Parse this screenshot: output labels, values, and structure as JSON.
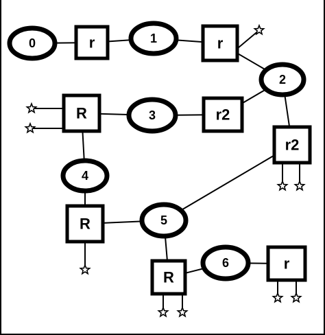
{
  "colors": {
    "stroke": "#000000",
    "background": "#ffffff"
  },
  "icons": {
    "terminal": "star-icon"
  },
  "circle_nodes": [
    {
      "id": "c0",
      "label": "0"
    },
    {
      "id": "c1",
      "label": "1"
    },
    {
      "id": "c2",
      "label": "2"
    },
    {
      "id": "c3",
      "label": "3"
    },
    {
      "id": "c4",
      "label": "4"
    },
    {
      "id": "c5",
      "label": "5"
    },
    {
      "id": "c6",
      "label": "6"
    }
  ],
  "box_nodes": [
    {
      "id": "b_r1",
      "label": "r"
    },
    {
      "id": "b_r2",
      "label": "r"
    },
    {
      "id": "b_R1",
      "label": "R"
    },
    {
      "id": "b_r2a",
      "label": "r2"
    },
    {
      "id": "b_r2b",
      "label": "r2"
    },
    {
      "id": "b_R2",
      "label": "R"
    },
    {
      "id": "b_R3",
      "label": "R"
    },
    {
      "id": "b_r3",
      "label": "r"
    }
  ],
  "edges": [
    [
      "c0",
      "b_r1"
    ],
    [
      "b_r1",
      "c1"
    ],
    [
      "c1",
      "b_r2"
    ],
    [
      "b_r2",
      "c2"
    ],
    [
      "c2",
      "b_r2a"
    ],
    [
      "c2",
      "b_r2b"
    ],
    [
      "b_r2a",
      "c3"
    ],
    [
      "c3",
      "b_R1"
    ],
    [
      "b_R1",
      "c4"
    ],
    [
      "c4",
      "b_R2"
    ],
    [
      "b_R2",
      "c5"
    ],
    [
      "c5",
      "b_r2b"
    ],
    [
      "c5",
      "b_R3"
    ],
    [
      "b_R3",
      "c6"
    ],
    [
      "c6",
      "b_r3"
    ]
  ],
  "terminals": [
    {
      "node": "b_r2",
      "count": 1
    },
    {
      "node": "b_R1",
      "count": 2
    },
    {
      "node": "b_r2b",
      "count": 2
    },
    {
      "node": "b_R2",
      "count": 1
    },
    {
      "node": "b_R3",
      "count": 2
    },
    {
      "node": "b_r3",
      "count": 2
    }
  ]
}
